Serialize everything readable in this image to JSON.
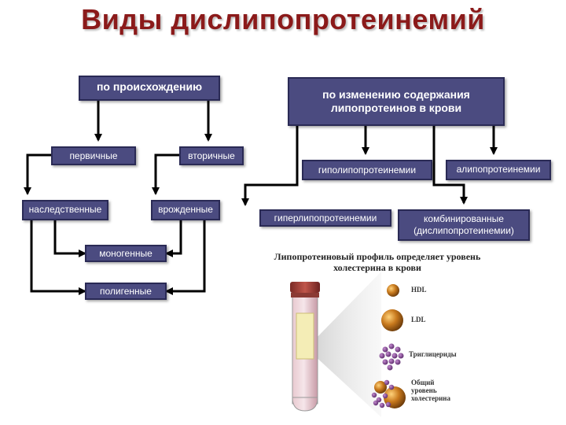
{
  "title": "Виды дислипопротеинемий",
  "boxes": {
    "origin": "по происхождению",
    "change": "по изменению содержания липопротеинов в крови",
    "primary": "первичные",
    "secondary": "вторичные",
    "hereditary": "наследственные",
    "congenital": "врожденные",
    "monogenic": "моногенные",
    "polygenic": "полигенные",
    "hypo": "гиполипопротеинемии",
    "alipo": "алипопротеинемии",
    "hyper": "гиперлипопротеинемии",
    "combined": "комбинированные (дислипопротеинемии)"
  },
  "illustration": {
    "caption": "Липопротеиновый профиль определяет уровень холестерина в крови",
    "labels": {
      "hdl": "HDL",
      "ldl": "LDL",
      "triglycerides": "Триглицериды",
      "total": "Общий уровень холестерина"
    }
  },
  "colors": {
    "box_fill": "#4b4b80",
    "title": "#8b1a1a"
  }
}
